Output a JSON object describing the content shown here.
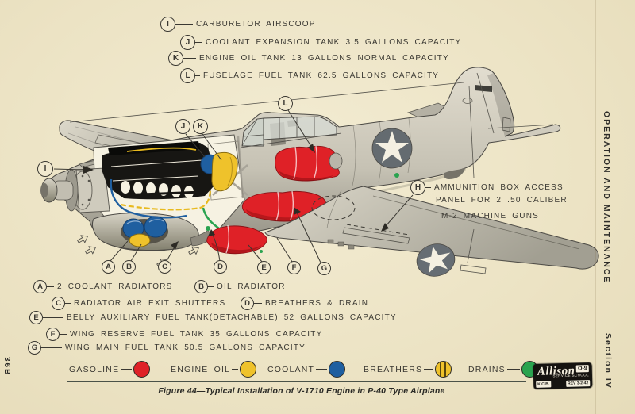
{
  "page": {
    "page_number": "36B",
    "margin_right_top": "OPERATION AND MAINTENANCE",
    "margin_right_bottom": "Section IV",
    "caption": "Figure 44—Typical Installation of V-1710 Engine in P-40 Type Airplane",
    "paper_color": "#ece3c4",
    "ink_color": "#3a3832"
  },
  "callouts_top": [
    {
      "letter": "I",
      "text": "CARBURETOR AIRSCOOP"
    },
    {
      "letter": "J",
      "text": "COOLANT EXPANSION TANK 3.5 GALLONS CAPACITY"
    },
    {
      "letter": "K",
      "text": "ENGINE OIL TANK 13 GALLONS NORMAL CAPACITY"
    },
    {
      "letter": "L",
      "text": "FUSELAGE FUEL TANK 62.5 GALLONS CAPACITY"
    }
  ],
  "callout_h": {
    "letter": "H",
    "line1": "AMMUNITION BOX ACCESS",
    "line2": "PANEL FOR 2 .50 CALIBER",
    "line3": "M-2 MACHINE GUNS"
  },
  "callouts_bottom": [
    {
      "letter": "A",
      "text": "2 COOLANT RADIATORS"
    },
    {
      "letter": "B",
      "text": "OIL RADIATOR"
    },
    {
      "letter": "C",
      "text": "RADIATOR AIR EXIT SHUTTERS"
    },
    {
      "letter": "D",
      "text": "BREATHERS & DRAIN"
    },
    {
      "letter": "E",
      "text": "BELLY AUXILIARY FUEL TANK(DETACHABLE) 52 GALLONS CAPACITY"
    },
    {
      "letter": "F",
      "text": "WING RESERVE FUEL TANK 35 GALLONS CAPACITY"
    },
    {
      "letter": "G",
      "text": "WING MAIN FUEL TANK 50.5 GALLONS CAPACITY"
    }
  ],
  "legend": [
    {
      "label": "GASOLINE",
      "color": "#df2127",
      "style": "solid"
    },
    {
      "label": "ENGINE OIL",
      "color": "#efc22b",
      "style": "solid"
    },
    {
      "label": "COOLANT",
      "color": "#1f5fa0",
      "style": "solid"
    },
    {
      "label": "BREATHERS",
      "color": "#efc22b",
      "style": "hatched"
    },
    {
      "label": "DRAINS",
      "color": "#2aa34f",
      "style": "solid"
    }
  ],
  "stamp": {
    "brand": "Allison",
    "code": "O-9",
    "subtitle": "SERVICE SCHOOL",
    "left": "K.C.B.",
    "right": "REV 3-2-42"
  }
}
